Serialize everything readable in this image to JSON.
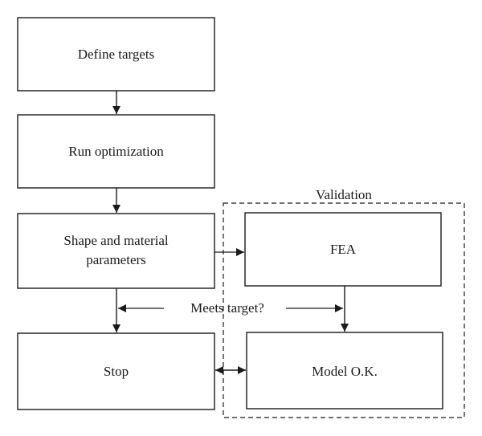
{
  "diagram": {
    "group_label": "Validation",
    "boxes": {
      "define_targets": {
        "lines": [
          "Define targets"
        ]
      },
      "run_optimization": {
        "lines": [
          "Run optimization"
        ]
      },
      "shape_material": {
        "lines": [
          "Shape and material",
          "parameters"
        ]
      },
      "stop": {
        "lines": [
          "Stop"
        ]
      },
      "fea": {
        "lines": [
          "FEA"
        ]
      },
      "model_ok": {
        "lines": [
          "Model O.K."
        ]
      }
    },
    "decision_label": "Meets target?"
  },
  "colors": {
    "stroke": "#1a1a1a",
    "text": "#1a1a1a",
    "background": "#ffffff"
  }
}
